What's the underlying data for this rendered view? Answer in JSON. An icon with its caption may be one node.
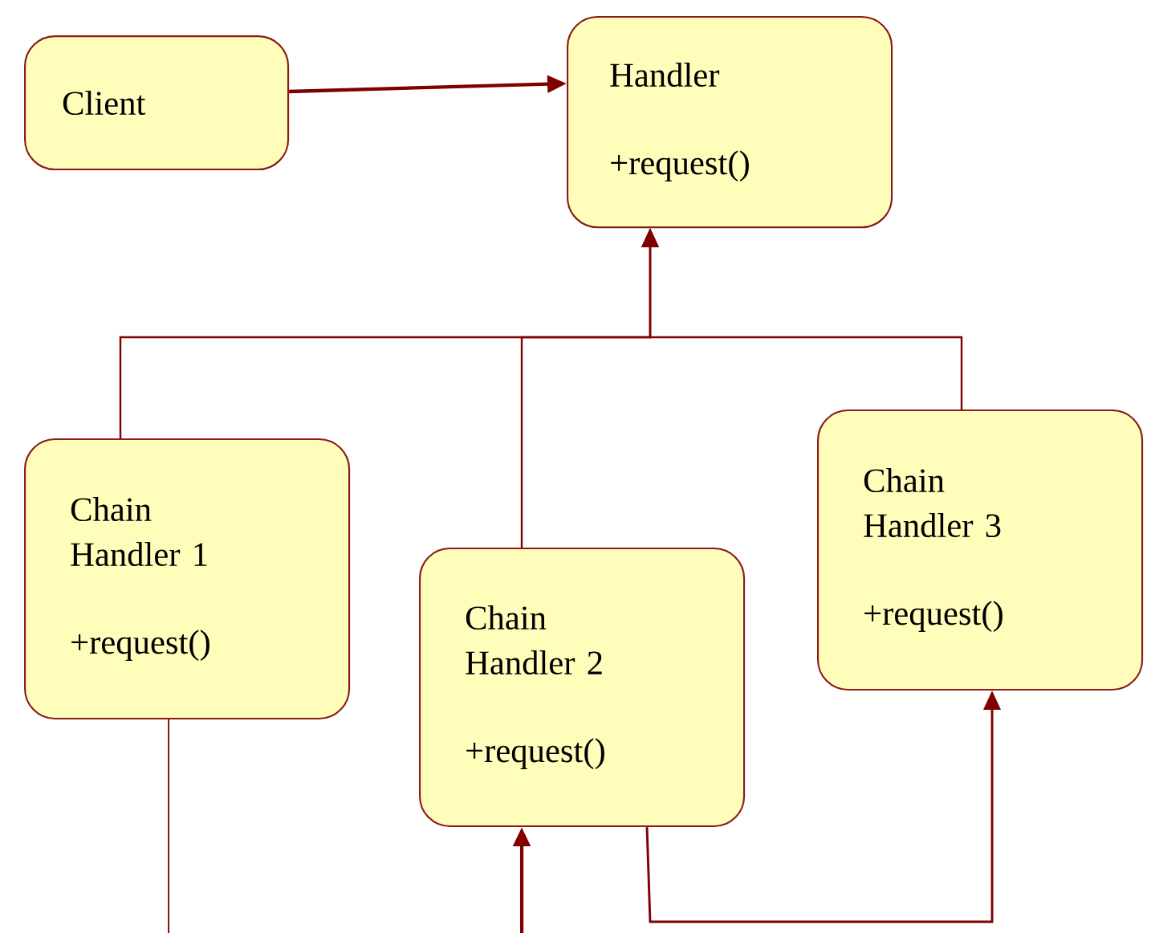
{
  "diagram": {
    "nodes": [
      {
        "text": [
          "Client"
        ]
      },
      {
        "text": [
          "Handler",
          "+request()"
        ]
      },
      {
        "text": [
          "Chain Handler 1",
          "+request()"
        ]
      },
      {
        "text": [
          "Chain Handler 2",
          "+request()"
        ]
      },
      {
        "text": [
          "Chain Handler 3",
          "+request()"
        ]
      }
    ],
    "edges": [
      {
        "from": 0,
        "to": 1,
        "arrow": "to"
      },
      {
        "from": 2,
        "to": 1,
        "arrow": "to"
      },
      {
        "from": 3,
        "to": 1,
        "arrow": "to"
      },
      {
        "from": 4,
        "to": 1,
        "arrow": "to"
      },
      {
        "from": 2,
        "to": null,
        "arrow": "none"
      },
      {
        "from": null,
        "to": 3,
        "arrow": "to"
      },
      {
        "from": 3,
        "to": 4,
        "arrow": "to"
      }
    ]
  }
}
